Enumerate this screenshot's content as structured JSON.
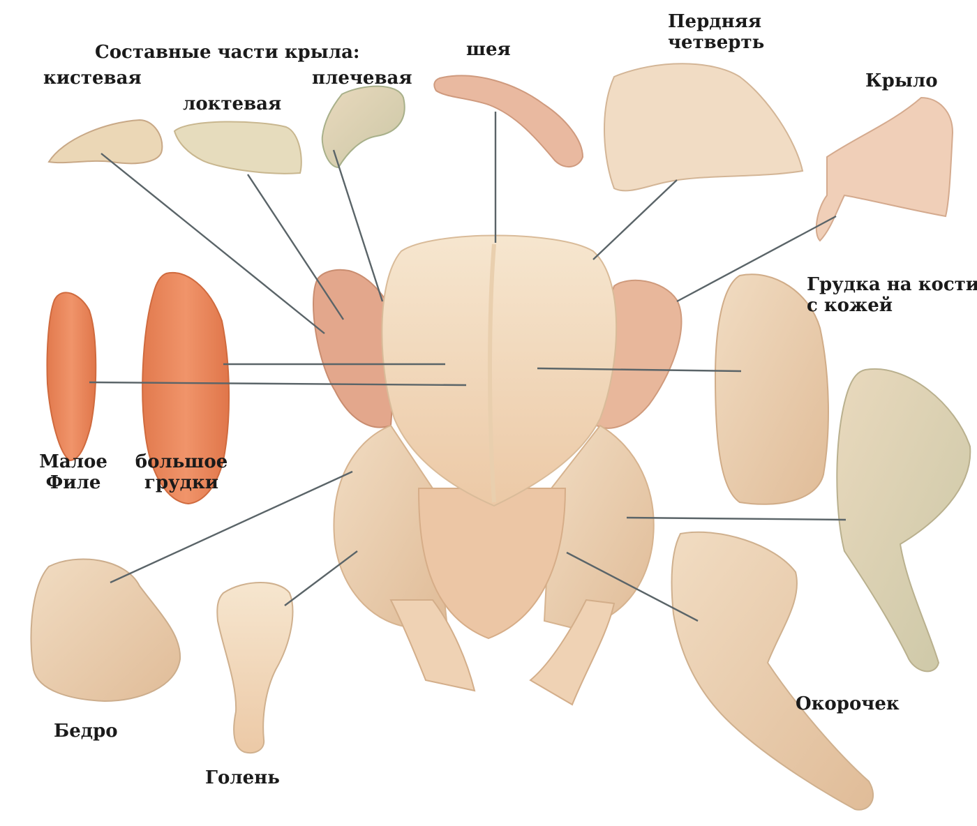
{
  "labels": {
    "wing_parts_title": "Составные части крыла:",
    "wrist": "кистевая",
    "elbow": "локтевая",
    "shoulder": "плечевая",
    "neck": "шея",
    "front_quarter_1": "Пердняя",
    "front_quarter_2": "четверть",
    "wing": "Крыло",
    "breast_on_bone_1": "Грудка на кости",
    "breast_on_bone_2": "с кожей",
    "small_fillet_1": "Малое",
    "small_fillet_2": "Филе",
    "large_fillet_1": "большое",
    "large_fillet_2": "грудки",
    "thigh": "Бедро",
    "drumstick": "Голень",
    "leg_quarter": "Окорочек"
  },
  "colors": {
    "skin": "#f3dcc0",
    "skin_shadow": "#e2bf9c",
    "meat": "#e8845a",
    "meat_light": "#f0a07a",
    "leader_line": "#5a6468"
  }
}
